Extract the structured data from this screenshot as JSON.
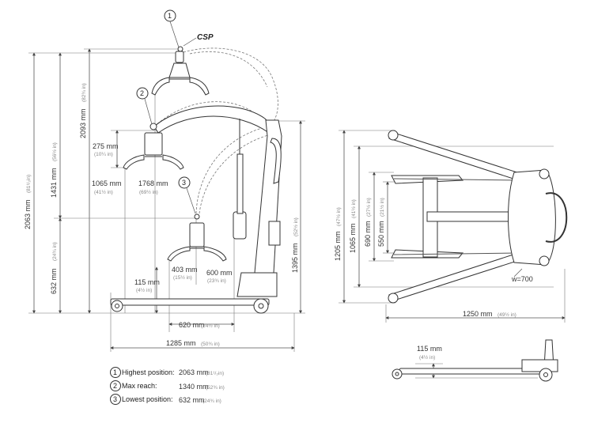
{
  "labels": {
    "csp": "CSP",
    "callouts": [
      "1",
      "2",
      "3"
    ]
  },
  "dimensions": {
    "total_height": {
      "value": "2063 mm",
      "sub": "(81¹/₂in)"
    },
    "reach_height": {
      "value": "1431 mm",
      "sub": "(56½ in)"
    },
    "lowest_height": {
      "value": "632 mm",
      "sub": "(24¾ in)"
    },
    "max_height": {
      "value": "2093 mm",
      "sub": "(82¾ in)"
    },
    "spreader_drop": {
      "value": "275 mm",
      "sub": "(10¼ in)"
    },
    "small_drop": {
      "value": "1065 mm",
      "sub": "(41½ in)"
    },
    "reach_width": {
      "value": "1768 mm",
      "sub": "(69½ in)"
    },
    "hook_offset": {
      "value": "403 mm",
      "sub": "(15½ in)"
    },
    "arm_length": {
      "value": "600 mm",
      "sub": "(23¾ in)"
    },
    "ground_clearance": {
      "value": "115 mm",
      "sub": "(4½ in)"
    },
    "mast_height": {
      "value": "1395 mm",
      "sub": "(52½ in)"
    },
    "base_inner": {
      "value": "620 mm",
      "sub": "(24½ in)"
    },
    "base_length": {
      "value": "1285 mm",
      "sub": "(50¾ in)"
    },
    "top_width_open": {
      "value": "1205 mm",
      "sub": "(47½ in)"
    },
    "top_width_mid": {
      "value": "1065 mm",
      "sub": "(41½ in)"
    },
    "top_width_inner": {
      "value": "690 mm",
      "sub": "(27½ in)"
    },
    "top_width_closed": {
      "value": "550 mm",
      "sub": "(21½ in)"
    },
    "top_length": {
      "value": "1250 mm",
      "sub": "(49½ in)"
    },
    "width_w": {
      "value": "w=700"
    },
    "side_clearance": {
      "value": "115 mm",
      "sub": "(4½ in)"
    }
  },
  "legend": [
    {
      "num": "1",
      "label": "Highest position:",
      "value": "2063 mm",
      "sub": "(81¹/₂in)"
    },
    {
      "num": "2",
      "label": "Max reach:",
      "value": "1340 mm",
      "sub": "(52¾ in)"
    },
    {
      "num": "3",
      "label": "Lowest position:",
      "value": "632 mm",
      "sub": "(24¾ in)"
    }
  ],
  "colors": {
    "line": "#333333",
    "dim": "#555555",
    "dashed": "#777777",
    "fill": "#ffffff"
  }
}
